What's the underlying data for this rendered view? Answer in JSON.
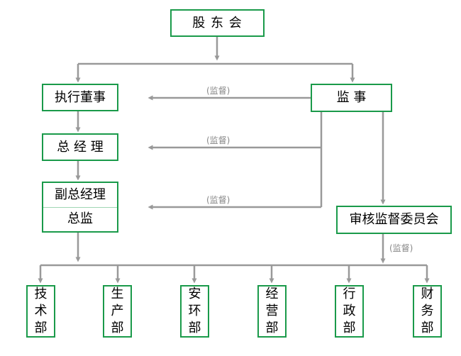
{
  "nodes": {
    "shareholders": "股 东 会",
    "exec_director": "执行董事",
    "supervisor": "监 事",
    "gm": "总 经 理",
    "deputy_gm": "副总经理",
    "director": "总监",
    "audit_committee": "审核监督委员会",
    "departments": [
      [
        "技",
        "术",
        "部"
      ],
      [
        "生",
        "产",
        "部"
      ],
      [
        "安",
        "环",
        "部"
      ],
      [
        "经",
        "营",
        "部"
      ],
      [
        "行",
        "政",
        "部"
      ],
      [
        "财",
        "务",
        "部"
      ]
    ]
  },
  "edge_labels": {
    "supervision_1": "(监督)",
    "supervision_2": "(监督)",
    "supervision_3": "(监督)",
    "supervision_4": "(监督)"
  },
  "colors": {
    "box_border": "#1a9a4a",
    "line": "#999999",
    "label": "#888888"
  }
}
